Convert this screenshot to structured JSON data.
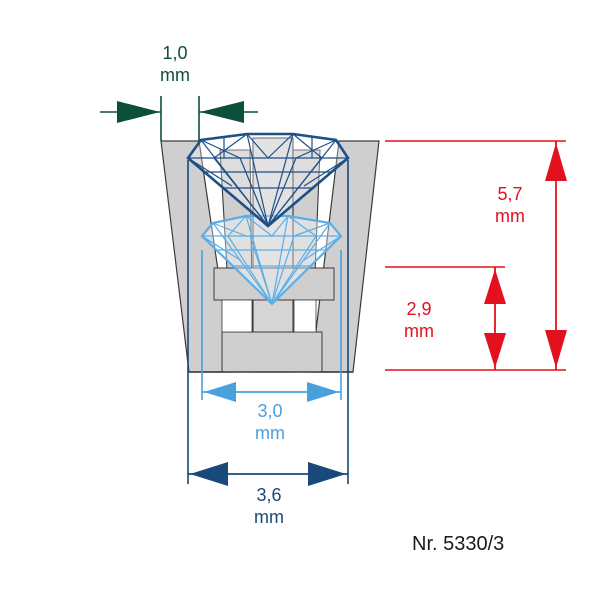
{
  "dimensions": {
    "wall_thickness": {
      "value": "1,0",
      "unit": "mm",
      "color": "#0c4f3d"
    },
    "total_height": {
      "value": "5,7",
      "unit": "mm",
      "color": "#e3101e"
    },
    "inner_height": {
      "value": "2,9",
      "unit": "mm",
      "color": "#e3101e"
    },
    "inner_diameter": {
      "value": "3,0",
      "unit": "mm",
      "color": "#4a9fdd"
    },
    "outer_diameter": {
      "value": "3,6",
      "unit": "mm",
      "color": "#19487a"
    }
  },
  "reference": "Nr. 5330/3",
  "colors": {
    "setting_fill": "#cfcfcf",
    "setting_stroke": "#3a3a3a",
    "stone_large": "#1e4f86",
    "stone_small": "#5aaee8"
  }
}
